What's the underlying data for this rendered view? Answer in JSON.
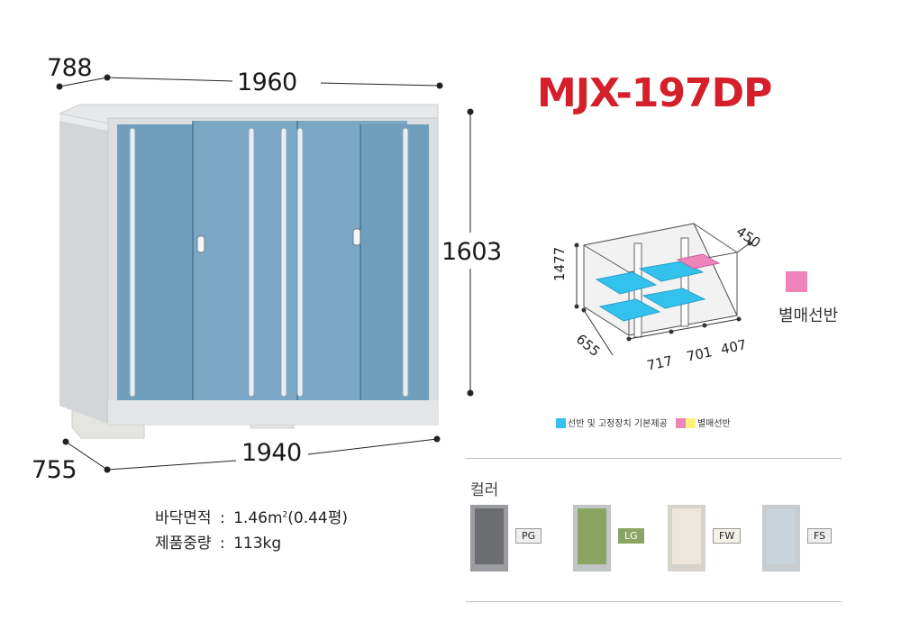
{
  "model": "MJX-197DP",
  "dimensions": {
    "top_depth": "788",
    "top_width": "1960",
    "height": "1603",
    "bottom_depth": "755",
    "bottom_width": "1940"
  },
  "shelf_diagram": {
    "height": "1477",
    "depth_top": "450",
    "depth_bottom": "655",
    "widths": [
      "717",
      "701",
      "407"
    ],
    "option_label": "별매선반",
    "option_color": "#ef84bb",
    "standard_color": "#33c2ee"
  },
  "legend": {
    "standard_label": "선반 및 고정장치 기본제공",
    "option_label": "별매선반",
    "standard_color": "#33c2ee",
    "option_color": "#ef84bb",
    "option_color_2": "#fff27a"
  },
  "specs": {
    "floor_area_label": "바닥면적",
    "floor_area_value": "1.46m",
    "floor_area_sup": "2",
    "floor_area_pyeong": "(0.44평)",
    "weight_label": "제품중량",
    "weight_value": "113kg",
    "separator": ":"
  },
  "colors": {
    "title": "컬러",
    "options": [
      {
        "code": "PG",
        "door": "#6b6d70",
        "frame": "#9a9c9f"
      },
      {
        "code": "LG",
        "door": "#8aa563",
        "frame": "#c2c5c6"
      },
      {
        "code": "FW",
        "door": "#ece7da",
        "frame": "#d6d3cb"
      },
      {
        "code": "FS",
        "door": "#c9d3da",
        "frame": "#c8ccce"
      }
    ]
  },
  "shed_colors": {
    "door": "#6f9fbc",
    "door_light": "#84b2cd",
    "frame": "#d9dcde",
    "frame_dark": "#b9bcbf",
    "base": "#e1e1de"
  }
}
